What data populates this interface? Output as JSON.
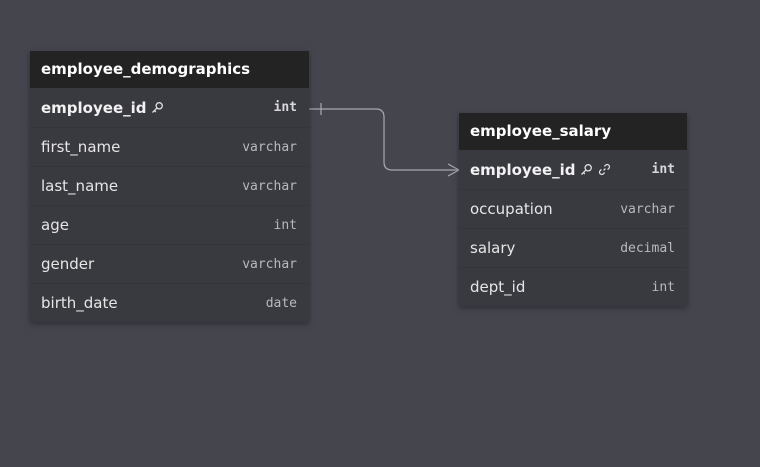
{
  "tables": [
    {
      "name": "employee_demographics",
      "fields": [
        {
          "name": "employee_id",
          "type": "int",
          "primary_key": true,
          "foreign_key": false
        },
        {
          "name": "first_name",
          "type": "varchar",
          "primary_key": false,
          "foreign_key": false
        },
        {
          "name": "last_name",
          "type": "varchar",
          "primary_key": false,
          "foreign_key": false
        },
        {
          "name": "age",
          "type": "int",
          "primary_key": false,
          "foreign_key": false
        },
        {
          "name": "gender",
          "type": "varchar",
          "primary_key": false,
          "foreign_key": false
        },
        {
          "name": "birth_date",
          "type": "date",
          "primary_key": false,
          "foreign_key": false
        }
      ]
    },
    {
      "name": "employee_salary",
      "fields": [
        {
          "name": "employee_id",
          "type": "int",
          "primary_key": true,
          "foreign_key": true
        },
        {
          "name": "occupation",
          "type": "varchar",
          "primary_key": false,
          "foreign_key": false
        },
        {
          "name": "salary",
          "type": "decimal",
          "primary_key": false,
          "foreign_key": false
        },
        {
          "name": "dept_id",
          "type": "int",
          "primary_key": false,
          "foreign_key": false
        }
      ]
    }
  ],
  "relationships": [
    {
      "from_table": "employee_demographics",
      "from_field": "employee_id",
      "from_cardinality": "one",
      "to_table": "employee_salary",
      "to_field": "employee_id",
      "to_cardinality": "many"
    }
  ],
  "icons": {
    "primary_key": "key-icon",
    "foreign_key": "link-icon"
  },
  "colors": {
    "canvas_background": "#45454e",
    "table_header": "#232323",
    "table_body": "#393940",
    "relation_line": "#a9a9b0"
  }
}
